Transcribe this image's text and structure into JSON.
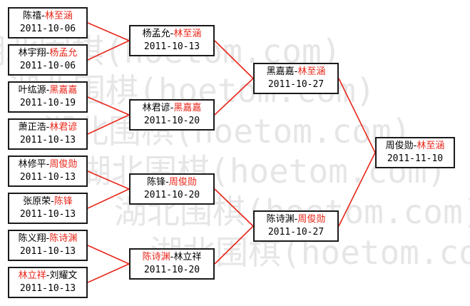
{
  "watermark": {
    "rows": [
      "湖北围棋(hoetom.com)",
      "湖北围棋(hoetom.com)",
      "湖北围棋(hoetom.com)",
      "湖北围棋(hoetom.com)",
      "湖北围棋(hoetom.com)",
      "湖北围棋(hoetom.com)"
    ]
  },
  "colors": {
    "winner": "#e8261a",
    "wire": "#e8261a",
    "box_border": "#1a1a1a"
  },
  "round1": [
    {
      "p1": "陈禧",
      "p2": "林至涵",
      "winner": 2,
      "date": "2011-10-06"
    },
    {
      "p1": "林宇翔",
      "p2": "杨孟允",
      "winner": 2,
      "date": "2011-10-06"
    },
    {
      "p1": "叶纮源",
      "p2": "黑嘉嘉",
      "winner": 2,
      "date": "2011-10-19"
    },
    {
      "p1": "萧正浩",
      "p2": "林君谚",
      "winner": 2,
      "date": "2011-10-13"
    },
    {
      "p1": "林修平",
      "p2": "周俊勋",
      "winner": 2,
      "date": "2011-10-13"
    },
    {
      "p1": "张原荣",
      "p2": "陈锋",
      "winner": 2,
      "date": "2011-10-13"
    },
    {
      "p1": "陈义翔",
      "p2": "陈诗渊",
      "winner": 2,
      "date": "2011-10-13"
    },
    {
      "p1": "林立祥",
      "p2": "刘耀文",
      "winner": 1,
      "date": "2011-10-13"
    }
  ],
  "round2": [
    {
      "p1": "杨孟允",
      "p2": "林至涵",
      "winner": 2,
      "date": "2011-10-13"
    },
    {
      "p1": "林君谚",
      "p2": "黑嘉嘉",
      "winner": 2,
      "date": "2011-10-20"
    },
    {
      "p1": "陈锋",
      "p2": "周俊勋",
      "winner": 2,
      "date": "2011-10-20"
    },
    {
      "p1": "陈诗渊",
      "p2": "林立祥",
      "winner": 1,
      "date": "2011-10-20"
    }
  ],
  "round3": [
    {
      "p1": "黑嘉嘉",
      "p2": "林至涵",
      "winner": 2,
      "date": "2011-10-27"
    },
    {
      "p1": "陈诗渊",
      "p2": "周俊勋",
      "winner": 2,
      "date": "2011-10-27"
    }
  ],
  "final": [
    {
      "p1": "周俊勋",
      "p2": "林至涵",
      "winner": 2,
      "date": "2011-11-10"
    }
  ]
}
